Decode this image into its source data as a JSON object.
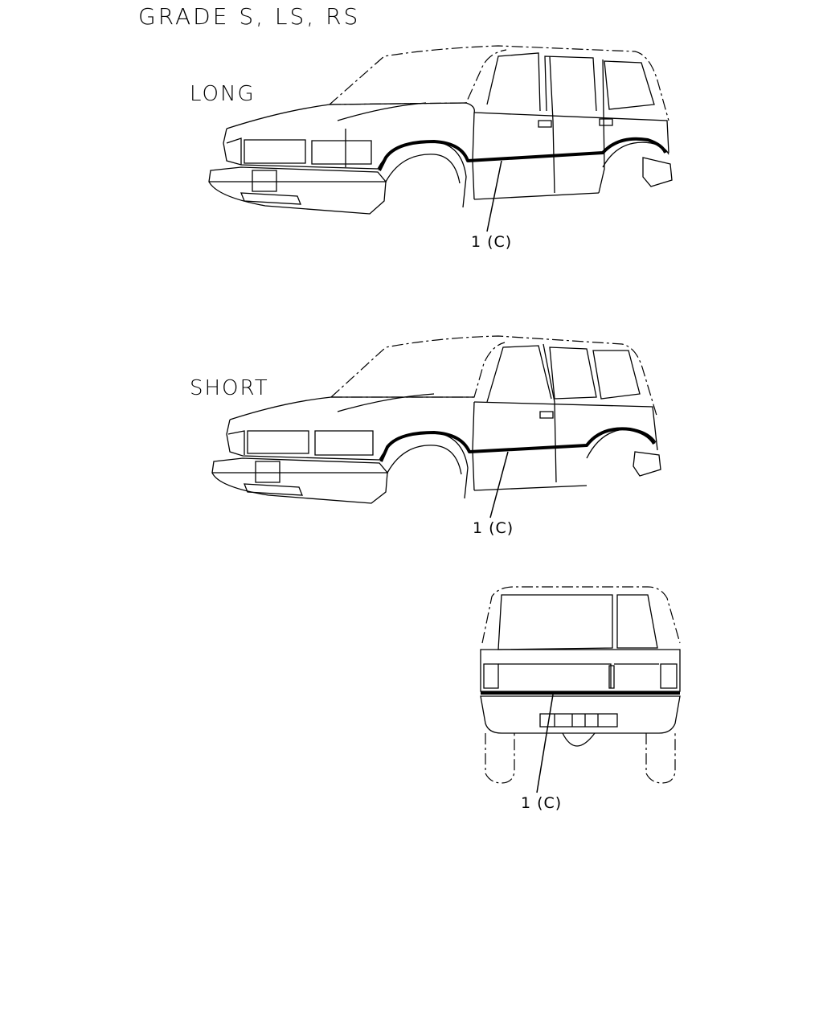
{
  "page": {
    "title": "GRADE  S, LS, RS"
  },
  "views": [
    {
      "label": "LONG",
      "callout": "1 (C)"
    },
    {
      "label": "SHORT",
      "callout": "1 (C)"
    },
    {
      "label": "",
      "callout": "1 (C)"
    }
  ]
}
